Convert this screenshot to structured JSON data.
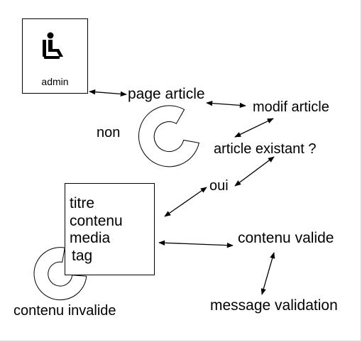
{
  "actor": {
    "label": "admin",
    "icon": "wheelchair-user-icon"
  },
  "labels": {
    "page_article": "page article",
    "modif_article": "modif article",
    "article_existant": "article existant ?",
    "non": "non",
    "oui": "oui",
    "contenu_valide": "contenu valide",
    "message_validation": "message validation",
    "contenu_invalide": "contenu invalide"
  },
  "form_fields": [
    "titre",
    "contenu",
    "media",
    "tag"
  ]
}
